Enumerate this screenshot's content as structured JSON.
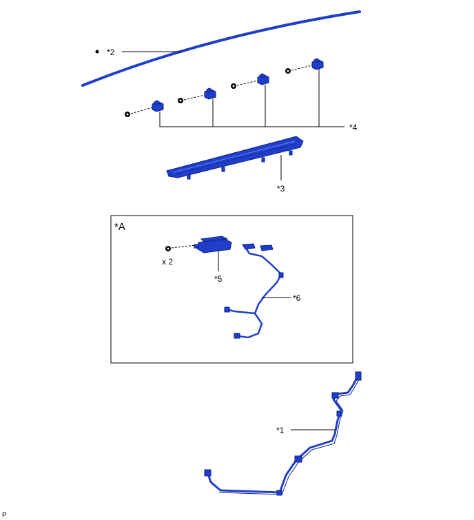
{
  "labels": {
    "part2": "*2",
    "part4": "*4",
    "part3": "*3",
    "part5": "*5",
    "part6": "*6",
    "part1": "*1",
    "inset": "*A",
    "quantity": "x 2",
    "corner": "P"
  },
  "colors": {
    "part_fill": "#1f3fc9",
    "part_outline": "#0a1f8a",
    "leader": "#000000"
  }
}
